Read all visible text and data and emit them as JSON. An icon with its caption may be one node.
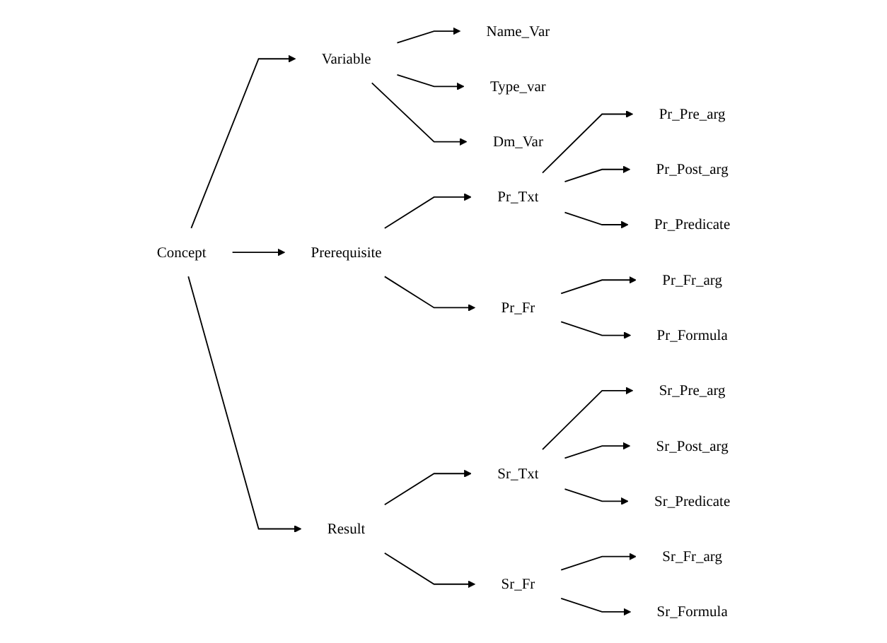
{
  "diagram": {
    "nodes": [
      {
        "text": [
          "Concept"
        ]
      },
      {
        "text": [
          "Variable"
        ]
      },
      {
        "text": [
          "Name_Var"
        ]
      },
      {
        "text": [
          "Type_var"
        ]
      },
      {
        "text": [
          "Dm_Var"
        ]
      },
      {
        "text": [
          "Prerequisite"
        ]
      },
      {
        "text": [
          "Pr_Txt"
        ]
      },
      {
        "text": [
          "Pr_Pre_arg"
        ]
      },
      {
        "text": [
          "Pr_Post_arg"
        ]
      },
      {
        "text": [
          "Pr_Predicate"
        ]
      },
      {
        "text": [
          "Pr_Fr"
        ]
      },
      {
        "text": [
          "Pr_Fr_arg"
        ]
      },
      {
        "text": [
          "Pr_Formula"
        ]
      },
      {
        "text": [
          "Result"
        ]
      },
      {
        "text": [
          "Sr_Txt"
        ]
      },
      {
        "text": [
          "Sr_Pre_arg"
        ]
      },
      {
        "text": [
          "Sr_Post_arg"
        ]
      },
      {
        "text": [
          "Sr_Predicate"
        ]
      },
      {
        "text": [
          "Sr_Fr"
        ]
      },
      {
        "text": [
          "Sr_Fr_arg"
        ]
      },
      {
        "text": [
          "Sr_Formula"
        ]
      }
    ],
    "edges": [
      {
        "from": 0,
        "to": 1,
        "arrow": "to"
      },
      {
        "from": 0,
        "to": 5,
        "arrow": "to"
      },
      {
        "from": 0,
        "to": 13,
        "arrow": "to"
      },
      {
        "from": 1,
        "to": 2,
        "arrow": "to"
      },
      {
        "from": 1,
        "to": 3,
        "arrow": "to"
      },
      {
        "from": 1,
        "to": 4,
        "arrow": "to"
      },
      {
        "from": 5,
        "to": 6,
        "arrow": "to"
      },
      {
        "from": 5,
        "to": 10,
        "arrow": "to"
      },
      {
        "from": 6,
        "to": 7,
        "arrow": "to"
      },
      {
        "from": 6,
        "to": 8,
        "arrow": "to"
      },
      {
        "from": 6,
        "to": 9,
        "arrow": "to"
      },
      {
        "from": 10,
        "to": 11,
        "arrow": "to"
      },
      {
        "from": 10,
        "to": 12,
        "arrow": "to"
      },
      {
        "from": 13,
        "to": 14,
        "arrow": "to"
      },
      {
        "from": 13,
        "to": 18,
        "arrow": "to"
      },
      {
        "from": 14,
        "to": 15,
        "arrow": "to"
      },
      {
        "from": 14,
        "to": 16,
        "arrow": "to"
      },
      {
        "from": 14,
        "to": 17,
        "arrow": "to"
      },
      {
        "from": 18,
        "to": 19,
        "arrow": "to"
      },
      {
        "from": 18,
        "to": 20,
        "arrow": "to"
      }
    ]
  }
}
